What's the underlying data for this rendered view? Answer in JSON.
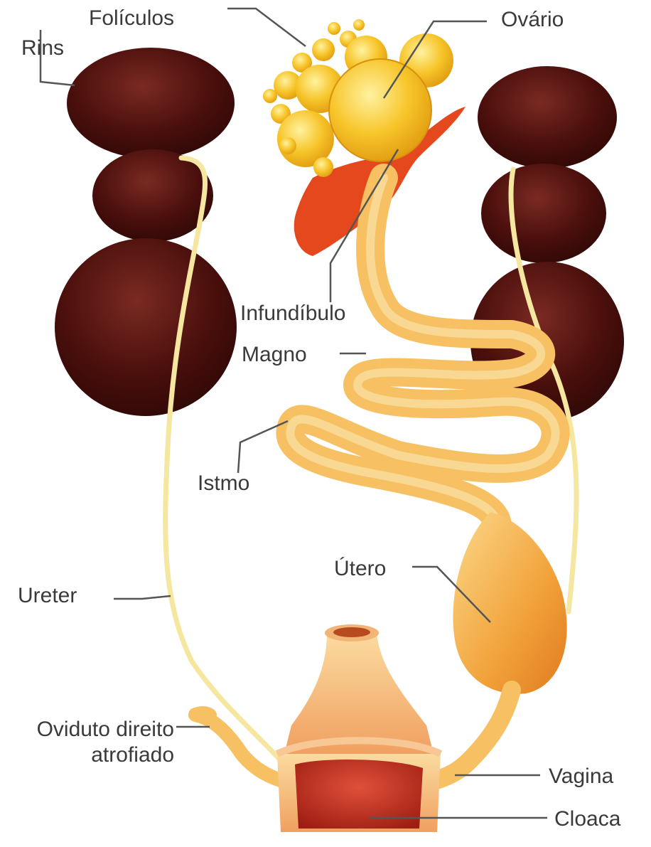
{
  "labels": {
    "rins": "Rins",
    "foliculos": "Folículos",
    "ovario": "Ovário",
    "infundibulo": "Infundíbulo",
    "magno": "Magno",
    "istmo": "Istmo",
    "utero": "Útero",
    "ureter": "Ureter",
    "oviduto_line1": "Oviduto direito",
    "oviduto_line2": "atrofiado",
    "vagina": "Vagina",
    "cloaca": "Cloaca"
  },
  "colors": {
    "kidney": "#4a0f0c",
    "kidney_highlight": "#6e2620",
    "ureter": "#f5e6a0",
    "follicle": "#f4b81e",
    "follicle_light": "#fbe37a",
    "infundibulum": "#e4481c",
    "oviduct": "#f6c063",
    "oviduct_light": "#fbe3a8",
    "uterus": "#f2a23a",
    "cloaca": "#c8321c",
    "cloaca_rim": "#f0a86a",
    "leader": "#555555",
    "label_text": "#3a3a3a"
  }
}
